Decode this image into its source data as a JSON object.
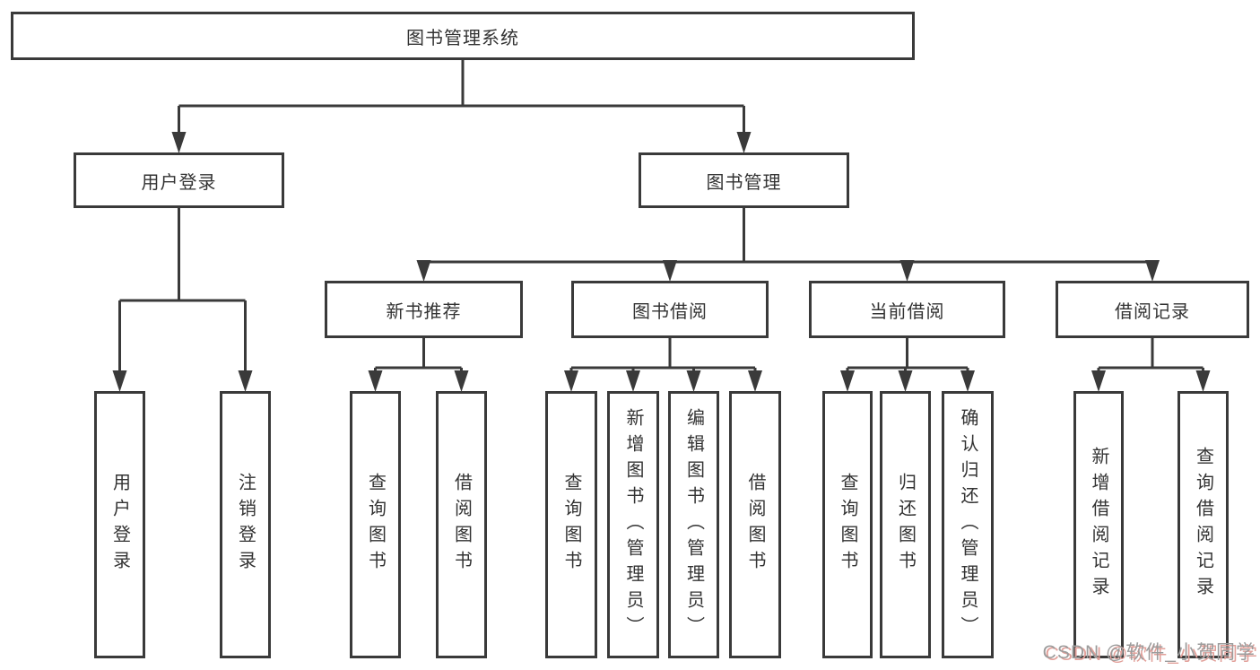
{
  "diagram": {
    "title": "图书管理系统",
    "nodesById": {
      "root": {
        "label": "图书管理系统"
      },
      "user-login": {
        "label": "用户登录"
      },
      "book-mgmt": {
        "label": "图书管理"
      },
      "new-book-rec": {
        "label": "新书推荐"
      },
      "book-borrow": {
        "label": "图书借阅"
      },
      "current-borrow": {
        "label": "当前借阅"
      },
      "borrow-records": {
        "label": "借阅记录"
      },
      "leaf-user-login": {
        "label": "用户登录"
      },
      "leaf-logout": {
        "label": "注销登录"
      },
      "leaf-query-book-1": {
        "label": "查询图书"
      },
      "leaf-borrow-book-1": {
        "label": "借阅图书"
      },
      "leaf-query-book-2": {
        "label": "查询图书"
      },
      "leaf-add-book": {
        "label": "新增图书（管理员）"
      },
      "leaf-edit-book": {
        "label": "编辑图书（管理员）"
      },
      "leaf-borrow-book-2": {
        "label": "借阅图书"
      },
      "leaf-query-book-3": {
        "label": "查询图书"
      },
      "leaf-return-book": {
        "label": "归还图书"
      },
      "leaf-confirm-return": {
        "label": "确认归还（管理员）"
      },
      "leaf-add-borrow-record": {
        "label": "新增借阅记录"
      },
      "leaf-query-borrow-record": {
        "label": "查询借阅记录"
      }
    },
    "edges": [
      [
        "root",
        "user-login"
      ],
      [
        "root",
        "book-mgmt"
      ],
      [
        "user-login",
        "leaf-user-login"
      ],
      [
        "user-login",
        "leaf-logout"
      ],
      [
        "book-mgmt",
        "new-book-rec"
      ],
      [
        "book-mgmt",
        "book-borrow"
      ],
      [
        "book-mgmt",
        "current-borrow"
      ],
      [
        "book-mgmt",
        "borrow-records"
      ],
      [
        "new-book-rec",
        "leaf-query-book-1"
      ],
      [
        "new-book-rec",
        "leaf-borrow-book-1"
      ],
      [
        "book-borrow",
        "leaf-query-book-2"
      ],
      [
        "book-borrow",
        "leaf-add-book"
      ],
      [
        "book-borrow",
        "leaf-edit-book"
      ],
      [
        "book-borrow",
        "leaf-borrow-book-2"
      ],
      [
        "current-borrow",
        "leaf-query-book-3"
      ],
      [
        "current-borrow",
        "leaf-return-book"
      ],
      [
        "current-borrow",
        "leaf-confirm-return"
      ],
      [
        "borrow-records",
        "leaf-add-borrow-record"
      ],
      [
        "borrow-records",
        "leaf-query-borrow-record"
      ]
    ]
  },
  "watermark": {
    "text": "CSDN @软件_小贺同学"
  },
  "colors": {
    "line": "#3a3a3a",
    "text": "#333333",
    "background": "#ffffff",
    "watermark_gray": "#9c9c9c",
    "watermark_red_shadow": "#e2a09a"
  }
}
